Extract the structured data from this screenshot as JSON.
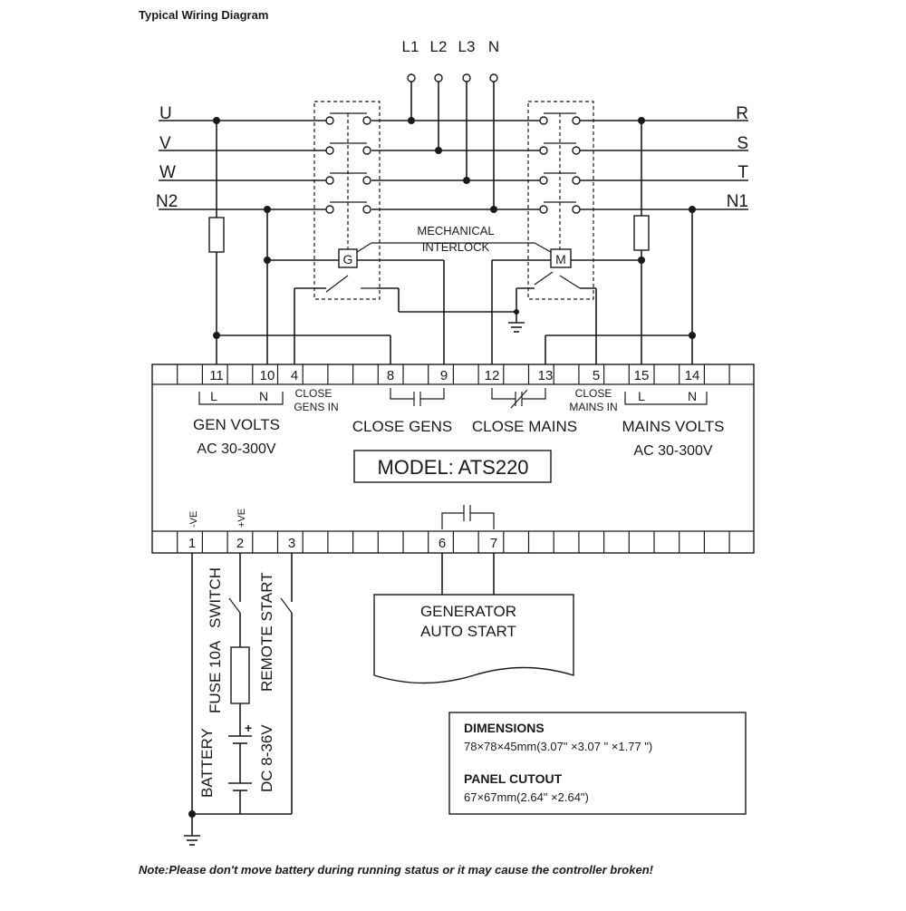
{
  "title": "Typical Wiring Diagram",
  "three_phase_terminals": [
    "L1",
    "L2",
    "L3",
    "N"
  ],
  "gen_lines": [
    "U",
    "V",
    "W",
    "N2"
  ],
  "mains_lines": [
    "R",
    "S",
    "T",
    "N1"
  ],
  "interlock": {
    "line1": "MECHANICAL",
    "line2": "INTERLOCK"
  },
  "contactors": {
    "gen": "G",
    "mains": "M"
  },
  "top_terminal_numbers": {
    "t11": "11",
    "t10": "10",
    "t4": "4",
    "t8": "8",
    "t9": "9",
    "t12": "12",
    "t13": "13",
    "t5": "5",
    "t15": "15",
    "t14": "14"
  },
  "bottom_terminal_numbers": {
    "t1": "1",
    "t2": "2",
    "t3": "3",
    "t6": "6",
    "t7": "7"
  },
  "labels": {
    "gen_l": "L",
    "gen_n": "N",
    "mains_l": "L",
    "mains_n": "N",
    "close_gens_in_1": "CLOSE",
    "close_gens_in_2": "GENS IN",
    "close_mains_in_1": "CLOSE",
    "close_mains_in_2": "MAINS IN",
    "close_gens": "CLOSE GENS",
    "close_mains": "CLOSE MAINS",
    "gen_volts_1": "GEN VOLTS",
    "gen_volts_2": "AC 30-300V",
    "mains_volts_1": "MAINS VOLTS",
    "mains_volts_2": "AC 30-300V",
    "model": "MODEL: ATS220",
    "neg_ve": "-VE",
    "pos_ve": "+VE",
    "switch": "SWITCH",
    "fuse": "FUSE 10A",
    "remote_start": "REMOTE START",
    "battery": "BATTERY",
    "dc": "DC 8-36V",
    "plus": "+",
    "gen_auto_start_1": "GENERATOR",
    "gen_auto_start_2": "AUTO START"
  },
  "dimensions": {
    "dim_title": "DIMENSIONS",
    "dim_value": "78×78×45mm(3.07\" ×3.07 \" ×1.77 \")",
    "cutout_title": "PANEL CUTOUT",
    "cutout_value": "67×67mm(2.64\" ×2.64\")"
  },
  "note": "Note:Please don't move battery during running status or it may cause the controller broken!"
}
